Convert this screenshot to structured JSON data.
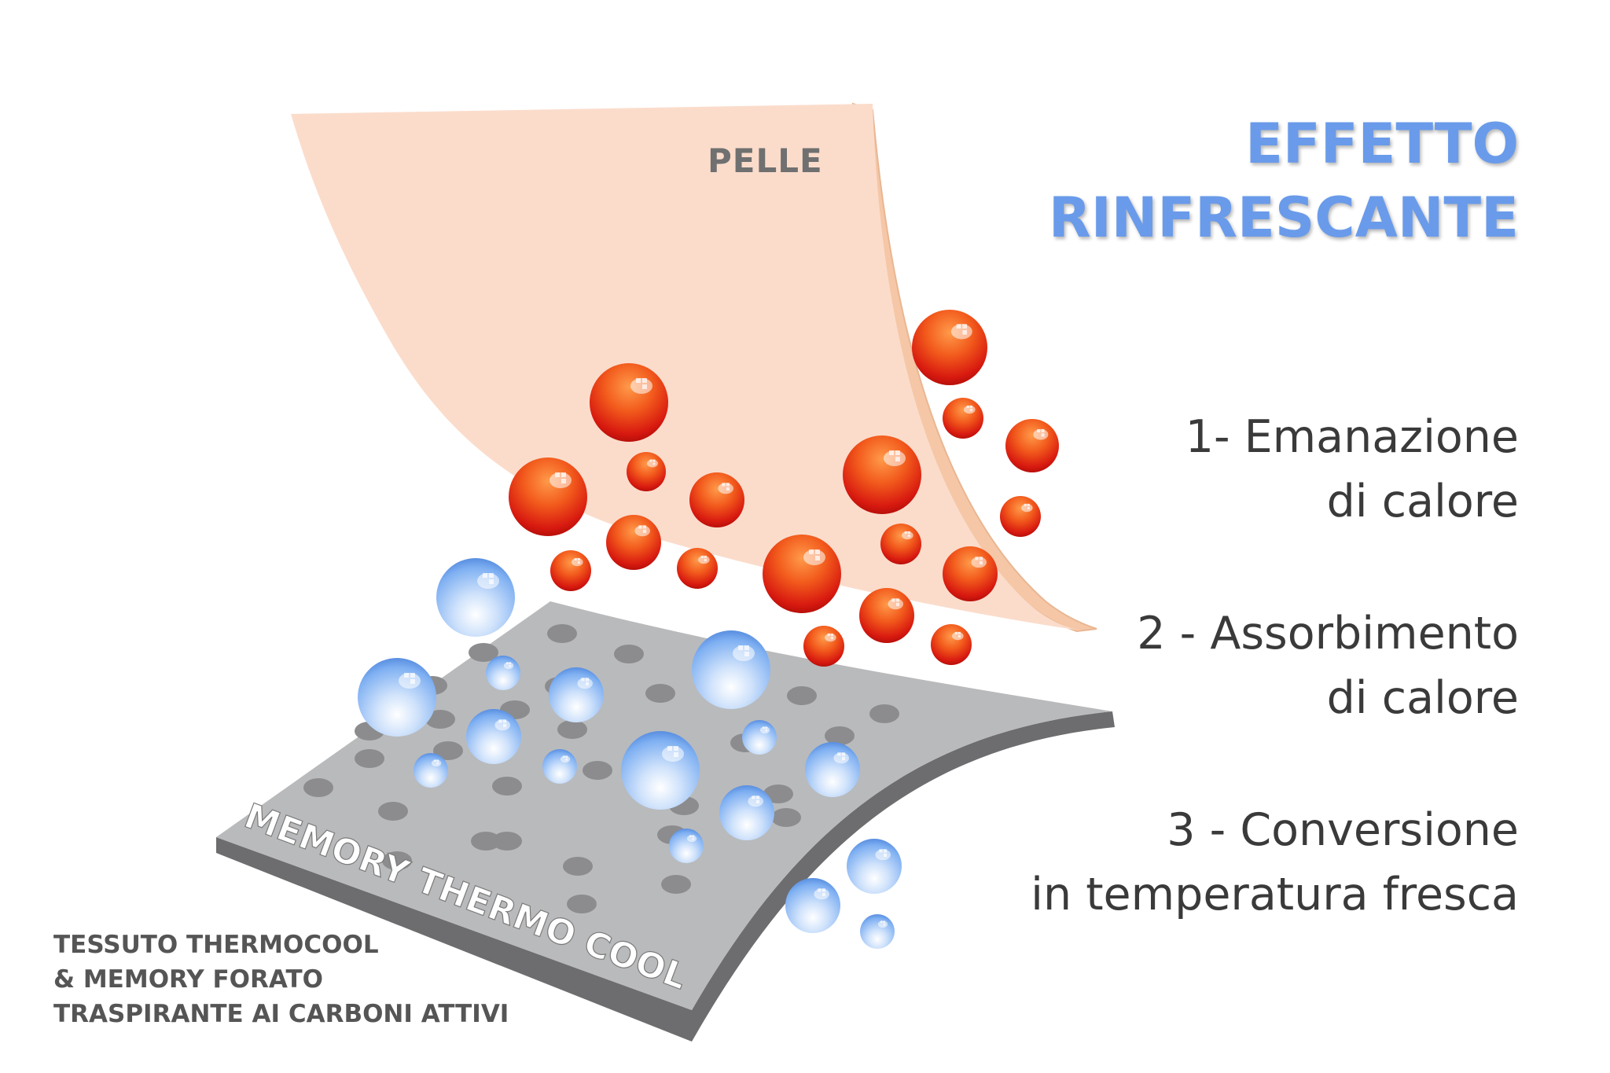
{
  "title": {
    "line1": "EFFETTO",
    "line2": "RINFRESCANTE"
  },
  "skin_label": "PELLE",
  "fabric_label": "MEMORY THERMO COOL",
  "steps": [
    {
      "line1": "1- Emanazione",
      "line2": "di calore"
    },
    {
      "line1": "2 - Assorbimento",
      "line2": "di calore"
    },
    {
      "line1": "3 - Conversione",
      "line2": "in temperatura fresca"
    }
  ],
  "fabric_description": {
    "line1": "TESSUTO THERMOCOOL",
    "line2": "& MEMORY FORATO",
    "line3": "TRASPIRANTE AI CARBONI ATTIVI"
  },
  "colors": {
    "title": "#6a9bea",
    "skin": "#fbdccb",
    "skin_edge": "#f4c4a4",
    "fabric_top": "#b9babc",
    "fabric_side": "#6d6d6f",
    "hole": "#8c8c8e",
    "hot_particle": "#e5220f",
    "cool_particle": "#6ea4f2"
  }
}
